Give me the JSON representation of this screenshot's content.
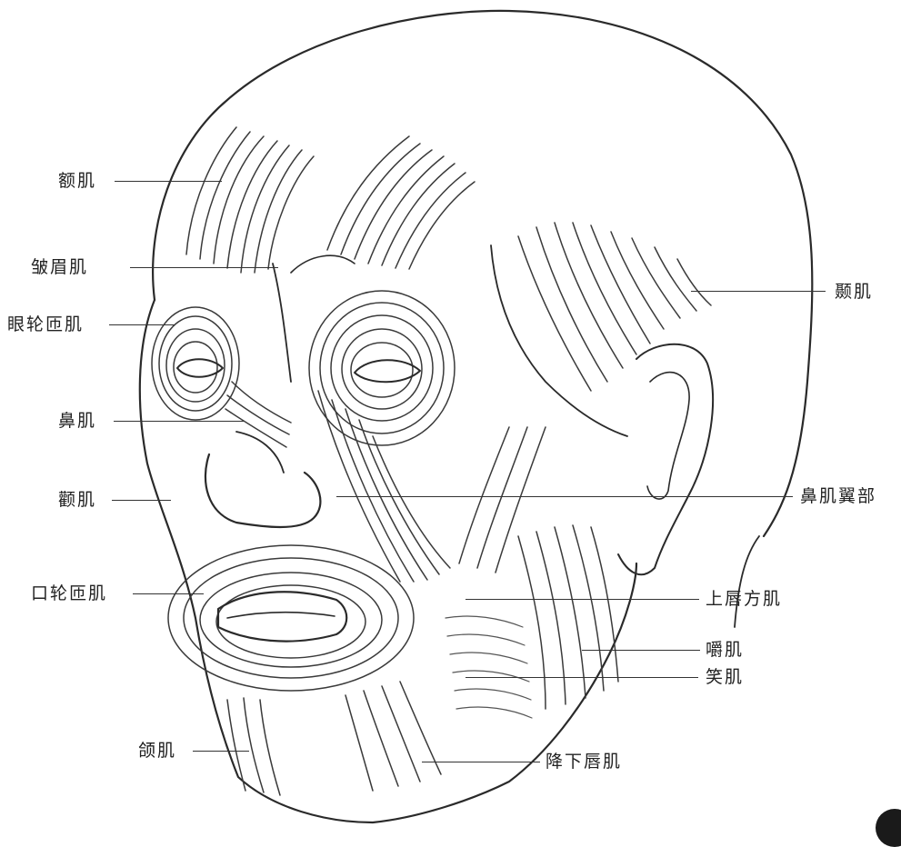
{
  "labels": {
    "frontalis": "额肌",
    "corrugator": "皱眉肌",
    "orbicularis_oculi": "眼轮匝肌",
    "nasalis": "鼻肌",
    "zygomaticus": "颧肌",
    "orbicularis_oris": "口轮匝肌",
    "mentalis": "颌肌",
    "temporalis": "颞肌",
    "nasalis_alar": "鼻肌翼部",
    "levator_labii": "上唇方肌",
    "masseter": "嚼肌",
    "risorius": "笑肌",
    "depressor_labii": "降下唇肌"
  },
  "colors": {
    "ink": "#2a2a2a",
    "paper": "#ffffff"
  }
}
